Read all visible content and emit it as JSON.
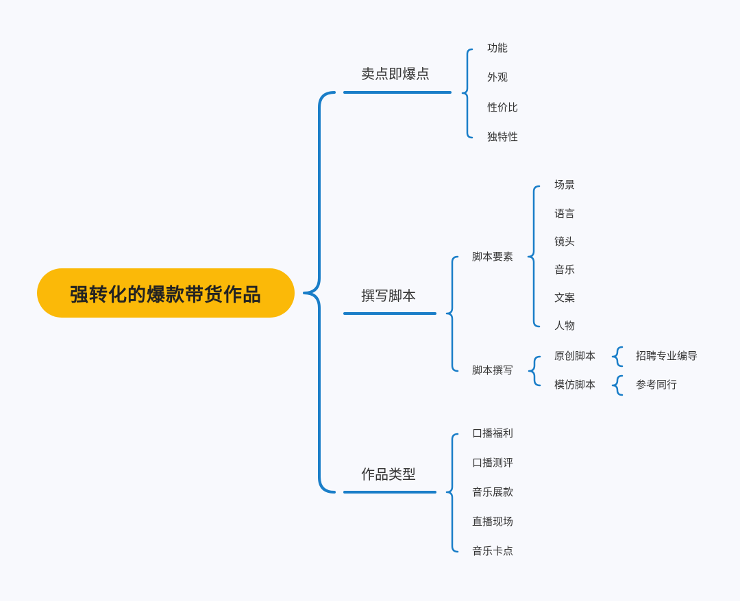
{
  "colors": {
    "background": "#f8f9fd",
    "line": "#1a7ec8",
    "root_fill": "#fbb908",
    "text": "#333333"
  },
  "root": {
    "label": "强转化的爆款带货作品"
  },
  "branches": [
    {
      "label": "卖点即爆点",
      "items": [
        "功能",
        "外观",
        "性价比",
        "独特性"
      ]
    },
    {
      "label": "撰写脚本",
      "groups": [
        {
          "label": "脚本要素",
          "items": [
            "场景",
            "语言",
            "镜头",
            "音乐",
            "文案",
            "人物"
          ]
        },
        {
          "label": "脚本撰写",
          "items": [
            {
              "label": "原创脚本",
              "note": "招聘专业编导"
            },
            {
              "label": "模仿脚本",
              "note": "参考同行"
            }
          ]
        }
      ]
    },
    {
      "label": "作品类型",
      "items": [
        "口播福利",
        "口播测评",
        "音乐展款",
        "直播现场",
        "音乐卡点"
      ]
    }
  ]
}
